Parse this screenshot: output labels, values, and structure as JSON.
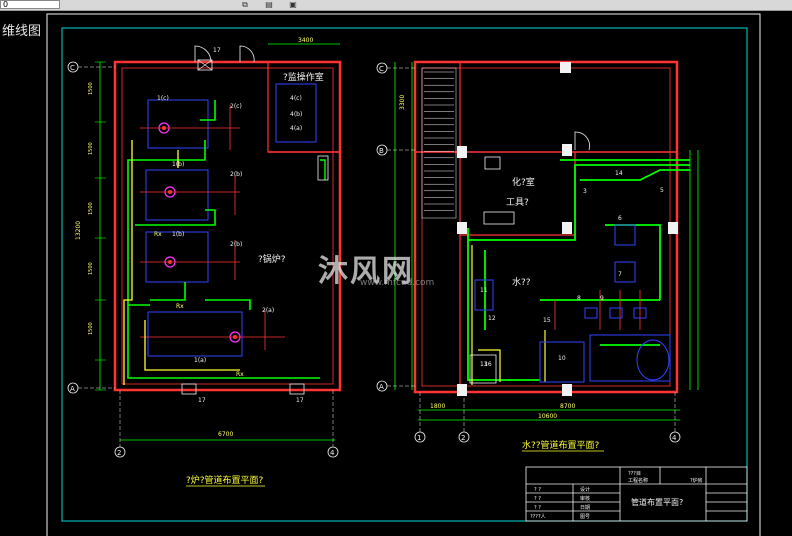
{
  "toolbar": {
    "combo_value": "0",
    "icons": [
      "copy-icon",
      "paste-icon",
      "folder-icon"
    ]
  },
  "view_label": "维线图",
  "watermark": {
    "text": "沐风网",
    "url": "www.mfcad.com"
  },
  "left_plan": {
    "title": "?炉?管道布置平面?",
    "axis_c": "C",
    "axis_a": "A",
    "axis_2": "2",
    "axis_4": "4",
    "room_label": "?锅炉?",
    "control_room": "?监操作室",
    "dim_top": "3400",
    "dim_bottom": "6700",
    "dim_left": "13200",
    "marks": [
      "17",
      "17",
      "2(c)",
      "2(b)",
      "2(a)",
      "1(b)",
      "1(a)",
      "1(c)",
      "4(c)",
      "4(b)",
      "4(a)",
      "Rx"
    ]
  },
  "right_plan": {
    "title": "水??管道布置平面?",
    "axis_c": "C",
    "axis_b": "B",
    "axis_a": "A",
    "axis_1": "1",
    "axis_2": "2",
    "axis_4": "4",
    "room_a": "化?室",
    "room_b": "工具?",
    "room_c": "水??",
    "dim_bottom_total": "10600",
    "dim_bottom_a": "1800",
    "dim_bottom_b": "8700",
    "dim_left": "3300",
    "marks": [
      "14",
      "3",
      "6",
      "7",
      "8",
      "9",
      "10",
      "11",
      "12",
      "13",
      "15",
      "16",
      "5"
    ]
  },
  "title_block": {
    "project_row": "???目",
    "project_name": "工程名称",
    "project_value": "?炉房",
    "drawing_title": "管道布置平面?",
    "rows": [
      "? ?",
      "? ?",
      "? ?",
      "????人"
    ],
    "cols": [
      "设计",
      "审核",
      "日期",
      "图号"
    ]
  }
}
